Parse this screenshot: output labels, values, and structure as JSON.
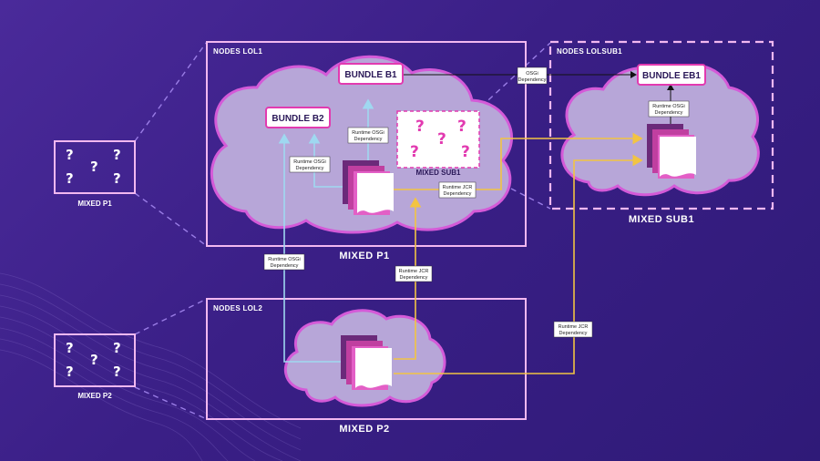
{
  "nodes": {
    "lol1": {
      "label": "NODES LOL1",
      "caption": "MIXED P1"
    },
    "lol2": {
      "label": "NODES LOL2",
      "caption": "MIXED P2"
    },
    "lolsub1": {
      "label": "NODES LOLSUB1",
      "caption": "MIXED SUB1"
    }
  },
  "bundles": {
    "b1": "BUNDLE B1",
    "b2": "BUNDLE B2",
    "eb1": "BUNDLE EB1"
  },
  "mixed_sub1_placeholder": {
    "label": "MIXED SUB1",
    "glyph": "?"
  },
  "side_boxes": {
    "p1": {
      "label": "MIXED P1",
      "glyph": "?"
    },
    "p2": {
      "label": "MIXED P2",
      "glyph": "?"
    }
  },
  "dependencies": {
    "osgi_b1_eb1": [
      "OSGi",
      "Dependency"
    ],
    "runtime_osgi_b1": [
      "Runtime OSGi",
      "Dependency"
    ],
    "runtime_osgi_b2": [
      "Runtime OSGi",
      "Dependency"
    ],
    "runtime_jcr_p1_sub": [
      "Runtime JCR",
      "Dependency"
    ],
    "runtime_osgi_eb1": [
      "Runtime OSGi",
      "Dependency"
    ],
    "runtime_osgi_p2": [
      "Runtime OSGi",
      "Dependency"
    ],
    "runtime_jcr_p2_p1": [
      "Runtime JCR",
      "Dependency"
    ],
    "runtime_jcr_p2_sub": [
      "Runtime JCR",
      "Dependency"
    ]
  },
  "colors": {
    "background": "#3a1f86",
    "frame": "#f2b8f0",
    "cloud_fill": "#b7a6d8",
    "cloud_stroke": "#d45ad8",
    "osgi_arrow": "#9fd8f0",
    "jcr_arrow": "#f2c443",
    "accent_pink": "#e23ab0"
  }
}
